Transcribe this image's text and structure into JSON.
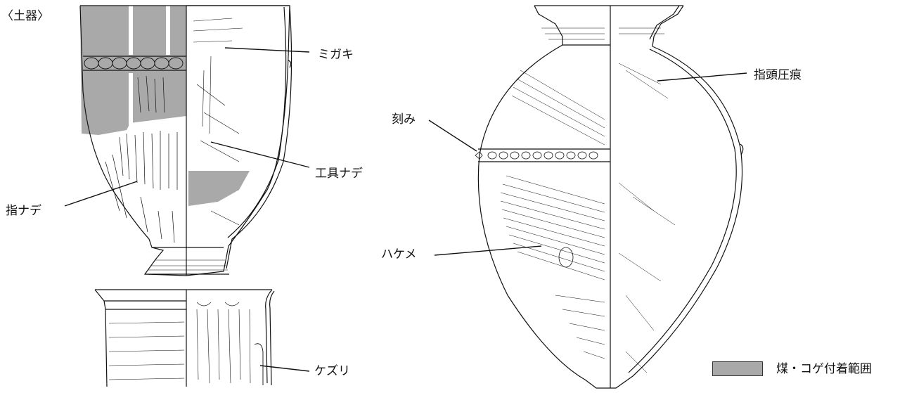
{
  "title": "〈土器〉",
  "labels": {
    "migaki": "ミガキ",
    "kogu_nade": "工具ナデ",
    "yubi_nade": "指ナデ",
    "kezuri": "ケズリ",
    "kizami": "刻み",
    "shito_assho": "指頭圧痕",
    "hakeme": "ハケメ"
  },
  "legend": {
    "label": "煤・コゲ付着範囲"
  },
  "colors": {
    "soot": "#a9a9a9",
    "line": "#111111"
  }
}
